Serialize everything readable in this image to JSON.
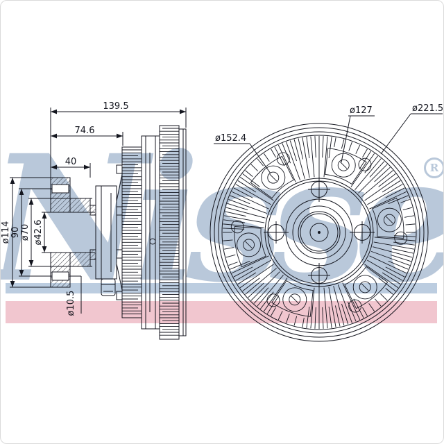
{
  "watermark": {
    "brand_text": "Nissens",
    "registered_symbol": "R",
    "color": "#b9c8da"
  },
  "highlight_bands": {
    "blue_color": "#bccde0",
    "pink_color": "#f1c6cf"
  },
  "side_view": {
    "dimensions": {
      "overall_depth": "139.5",
      "body_depth": "74.6",
      "flange_depth": "40",
      "flange_diameter": "ø114",
      "bolt_circle_diameter": "90",
      "pilot_diameter": "ø70",
      "bore_diameter": "ø42.6",
      "bolt_hole_diameter": "ø10.5"
    }
  },
  "front_view": {
    "dimensions": {
      "fan_disc_diameter": "ø152.4",
      "inner_ring_diameter": "ø127",
      "outer_diameter": "ø221.5"
    }
  }
}
